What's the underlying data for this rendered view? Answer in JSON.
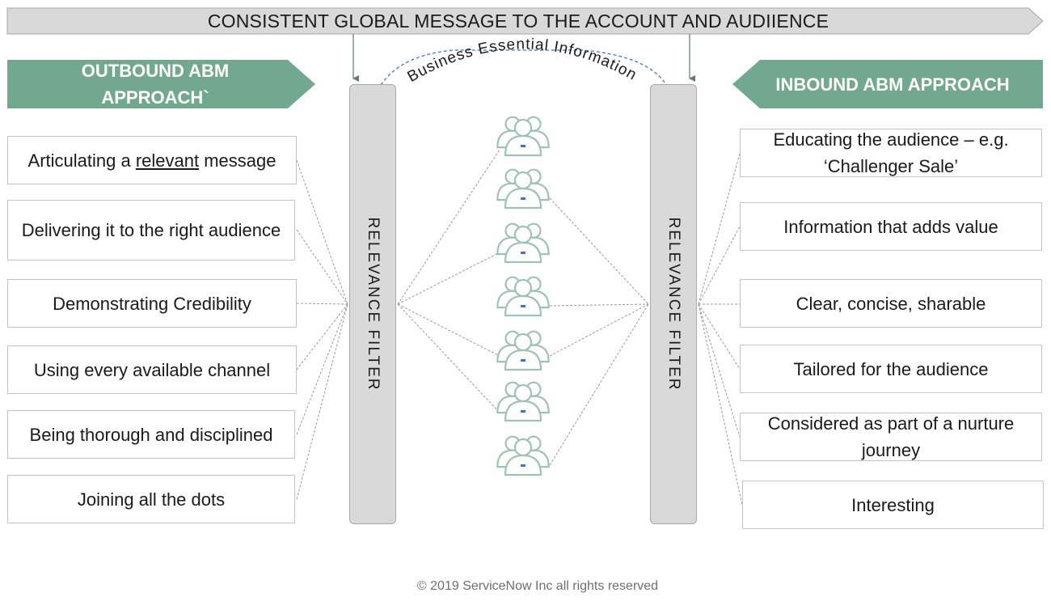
{
  "banner": {
    "text": "CONSISTENT GLOBAL MESSAGE TO THE ACCOUNT AND AUDIIENCE"
  },
  "arc_label": "Business Essential Information",
  "outbound": {
    "title_line1": "OUTBOUND ABM",
    "title_line2": "APPROACH`",
    "items": [
      {
        "pre": "Articulating a ",
        "underlined": "relevant",
        "post": " message"
      },
      {
        "text": "Delivering it to the right audience"
      },
      {
        "text": "Demonstrating Credibility"
      },
      {
        "text": "Using every available channel"
      },
      {
        "text": "Being thorough and disciplined"
      },
      {
        "text": "Joining all the dots"
      }
    ]
  },
  "inbound": {
    "title": "INBOUND ABM APPROACH",
    "items": [
      {
        "text": "Educating the audience – e.g. ‘Challenger Sale’"
      },
      {
        "text": "Information that adds value"
      },
      {
        "text": "Clear, concise, sharable"
      },
      {
        "text": "Tailored for the audience"
      },
      {
        "text": "Considered as part of a nurture journey"
      },
      {
        "text": "Interesting"
      }
    ]
  },
  "filters": {
    "left_label": "RELEVANCE FILTER",
    "right_label": "RELEVANCE FILTER"
  },
  "people": {
    "count": 7,
    "icon": "people-group-icon"
  },
  "colors": {
    "header_green": "#72a88f",
    "banner_gray": "#d9d9d9",
    "person_outline": "#9fc3b2",
    "arc_blue": "#4472c4"
  },
  "footer": "© 2019 ServiceNow Inc all rights reserved"
}
